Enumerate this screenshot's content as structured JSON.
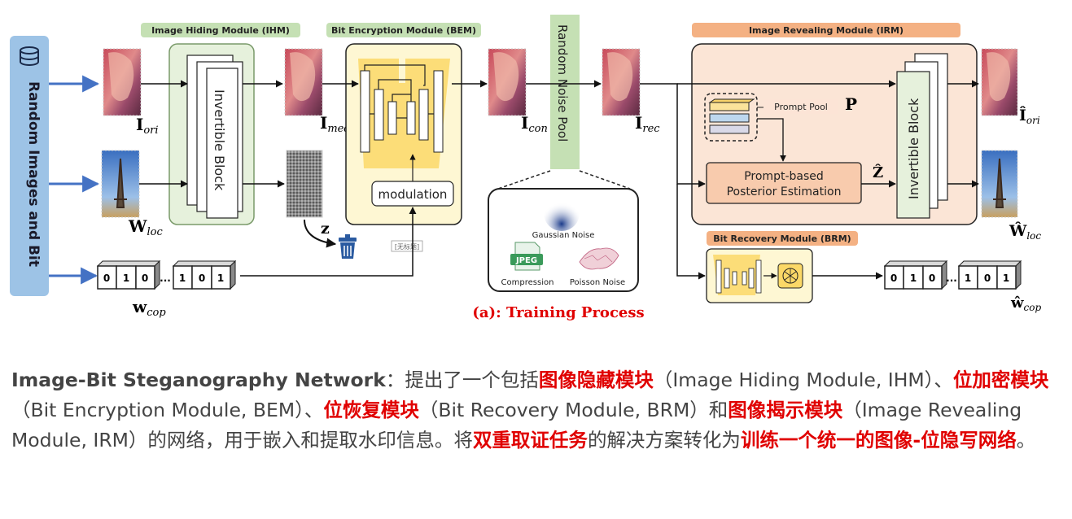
{
  "diagram": {
    "side_label": "Random Images and Bit",
    "modules": {
      "ihm": "Image Hiding Module (IHM)",
      "bem": "Bit Encryption Module (BEM)",
      "irm": "Image Revealing Module (IRM)",
      "brm": "Bit Recovery Module (BRM)"
    },
    "blocks": {
      "invertible_left": "Invertible Block",
      "invertible_right": "Invertible Block",
      "modulation": "modulation",
      "noise_pool": "Random Noise Pool",
      "prompt_pool": "Prompt Pool",
      "posterior_line1": "Prompt-based",
      "posterior_line2": "Posterior Estimation"
    },
    "symbols": {
      "i_ori": "I",
      "i_ori_sub": "ori",
      "w_loc": "W",
      "w_loc_sub": "loc",
      "i_med": "I",
      "i_med_sub": "med",
      "i_con": "I",
      "i_con_sub": "con",
      "i_rec": "I",
      "i_rec_sub": "rec",
      "z": "z",
      "p": "P",
      "z_hat": "Ẑ",
      "i_ori_hat": "Î",
      "i_ori_hat_sub": "ori",
      "w_loc_hat": "Ŵ",
      "w_loc_hat_sub": "loc",
      "w_cop": "w",
      "w_cop_sub": "cop",
      "w_cop_hat": "ŵ",
      "w_cop_hat_sub": "cop"
    },
    "bits_in": [
      "0",
      "1",
      "0",
      "...",
      "1",
      "0",
      "1"
    ],
    "bits_out": [
      "0",
      "1",
      "0",
      "...",
      "1",
      "0",
      "1"
    ],
    "noise": {
      "gaussian": "Gaussian Noise",
      "jpeg_badge": "JPEG",
      "compression": "Compression",
      "poisson": "Poisson Noise"
    },
    "small_tag": "[无标题]",
    "training_label": "(a): Training Process"
  },
  "caption": {
    "p1": "Image-Bit Steganography Network",
    "p2": "：提出了一个包括",
    "p3": "图像隐藏模块",
    "p4": "（Image Hiding Module, IHM）、",
    "p5": "位加密模块",
    "p6": "（Bit Encryption Module, BEM）、",
    "p7": "位恢复模块",
    "p8": "（Bit Recovery Module, BRM）和",
    "p9": "图像揭示模块",
    "p10": "（Image Revealing Module, IRM）的网络，用于嵌入和提取水印信息。将",
    "p11": "双重取证任务",
    "p12": "的解决方案转化为",
    "p13": "训练一个统一的图像-位隐写网络",
    "p14": "。"
  },
  "colors": {
    "arrow_blue": "#4472c4",
    "ihm_green": "#e6f1dc",
    "bem_yellow": "#fef7d3",
    "irm_orange": "#fbe5d6",
    "highlight_red": "#e00000"
  }
}
